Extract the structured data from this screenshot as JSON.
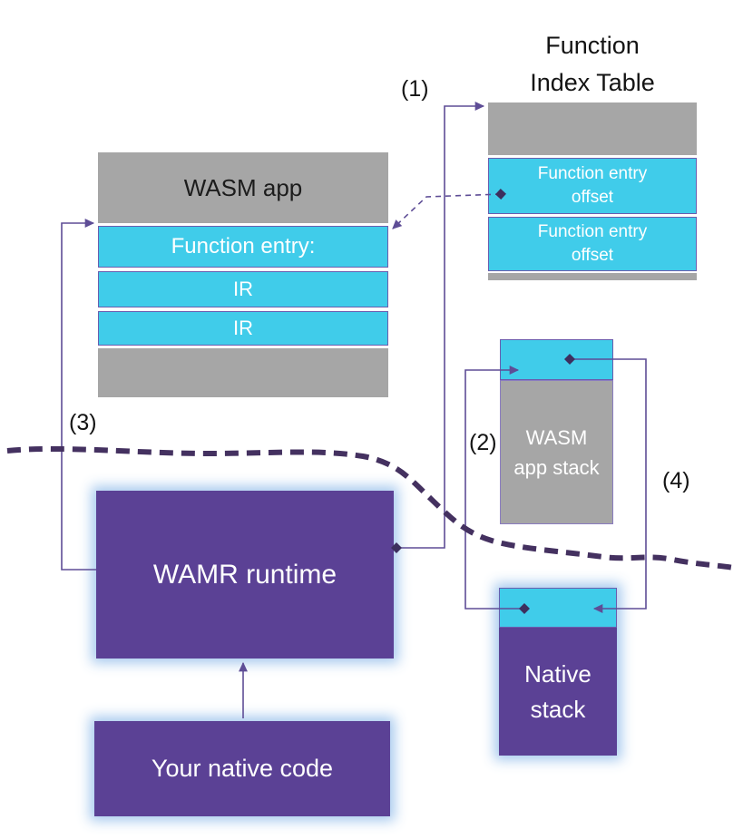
{
  "function_index_table": {
    "title": "Function\nIndex Table",
    "rows": [
      "Function entry\noffset",
      "Function entry\noffset"
    ]
  },
  "wasm_app": {
    "header": "WASM app",
    "function_entry": "Function entry:",
    "ir_rows": [
      "IR",
      "IR"
    ]
  },
  "wasm_app_stack": {
    "label": "WASM\napp stack"
  },
  "native_stack": {
    "label": "Native\nstack"
  },
  "wamr_runtime": {
    "label": "WAMR runtime"
  },
  "native_code": {
    "label": "Your native code"
  },
  "step_labels": {
    "s1": "(1)",
    "s2": "(2)",
    "s3": "(3)",
    "s4": "(4)"
  },
  "colors": {
    "box_gray": "#a6a6a6",
    "box_cyan": "#40ccea",
    "box_purple": "#5b4195",
    "divider_dashed": "#443160",
    "connector_line": "#5e4d96",
    "glow_blue": "#9cc3ec"
  }
}
